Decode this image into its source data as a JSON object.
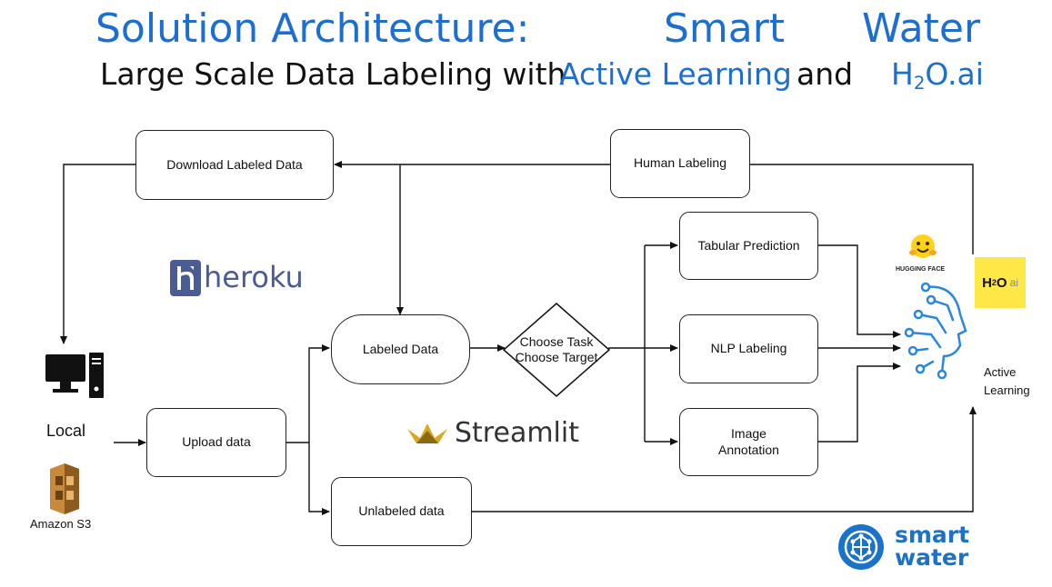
{
  "title": {
    "main": "Solution Architecture:",
    "smart": "Smart",
    "water": "Water",
    "sub_prefix": "Large Scale Data Labeling with",
    "active_learning": "Active Learning",
    "and": "and",
    "h2o_h": "H",
    "h2o_2": "2",
    "h2o_rest": "O.ai"
  },
  "nodes": {
    "download": "Download Labeled Data",
    "human": "Human Labeling",
    "labeled": "Labeled Data",
    "choose_task": "Choose Task",
    "choose_target": "Choose Target",
    "tabular": "Tabular Prediction",
    "nlp": "NLP Labeling",
    "image_l1": "Image",
    "image_l2": "Annotation",
    "upload": "Upload data",
    "unlabeled": "Unlabeled data"
  },
  "labels": {
    "local": "Local",
    "s3": "Amazon S3",
    "heroku": "heroku",
    "streamlit": "Streamlit",
    "hugging_face": "HUGGING FACE",
    "h2o_logo_a": "H",
    "h2o_logo_2": "2",
    "h2o_logo_b": "O",
    "h2o_logo_ai": "ai",
    "active": "Active",
    "learning": "Learning",
    "smart": "smart",
    "water": "water"
  },
  "colors": {
    "title_blue": "#1c6fd1",
    "heroku": "#4b5c94",
    "brain_blue": "#2b86e0",
    "h2o_yellow": "#fde847",
    "smartwater_blue": "#1a73c9",
    "streamlit_gold": "#d8a825"
  }
}
